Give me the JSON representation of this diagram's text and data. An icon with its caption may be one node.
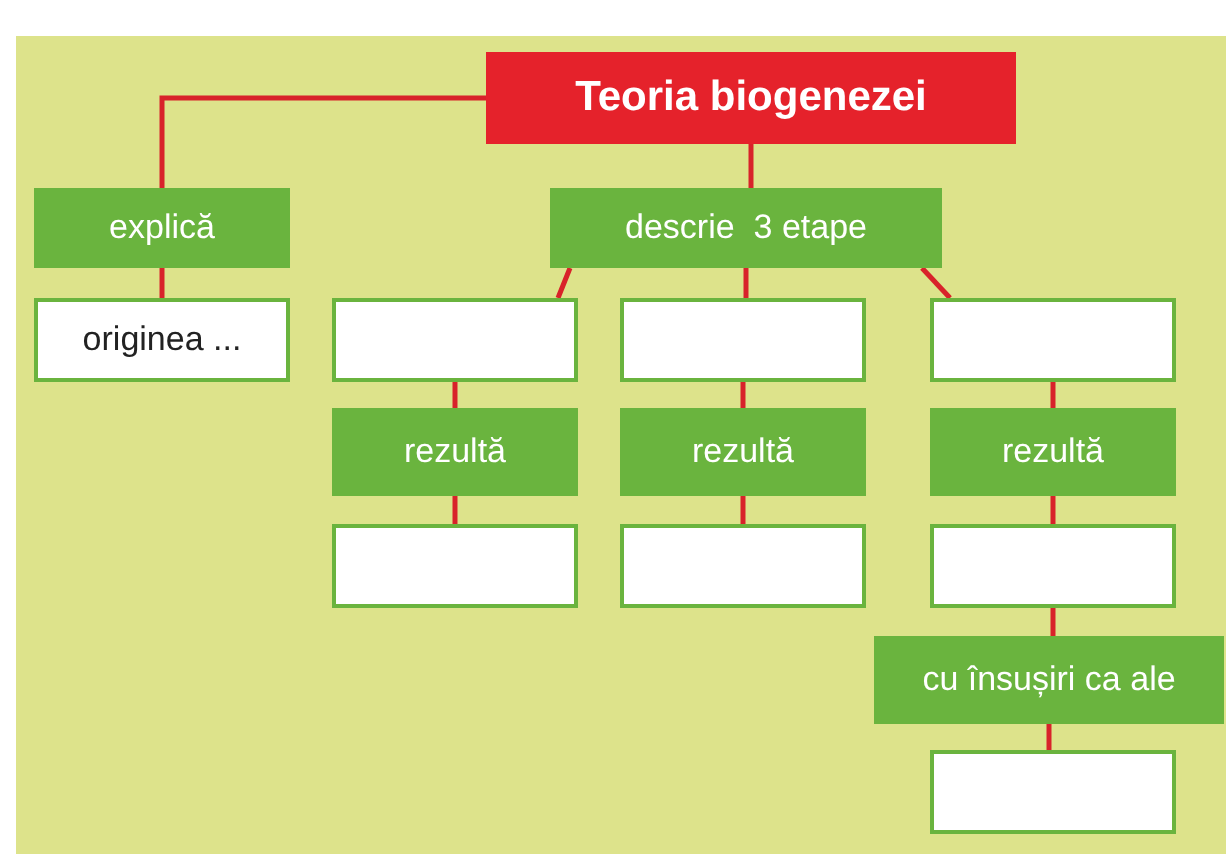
{
  "diagram": {
    "nodes": [
      {
        "text": [
          "Teoria biogenezei"
        ]
      },
      {
        "text": [
          "explică"
        ]
      },
      {
        "text": [
          "originea ..."
        ]
      },
      {
        "text": [
          "descrie  3 etape"
        ]
      },
      {
        "text": [],
        "shape": "box"
      },
      {
        "text": [],
        "shape": "box"
      },
      {
        "text": [],
        "shape": "box"
      },
      {
        "text": [
          "rezultă"
        ]
      },
      {
        "text": [
          "rezultă"
        ]
      },
      {
        "text": [
          "rezultă"
        ]
      },
      {
        "text": [],
        "shape": "box"
      },
      {
        "text": [],
        "shape": "box"
      },
      {
        "text": [],
        "shape": "box"
      },
      {
        "text": [
          "cu însușiri ca ale"
        ]
      },
      {
        "text": [],
        "shape": "box"
      }
    ],
    "edges": [
      {
        "from": 0,
        "to": 1,
        "arrow": "none"
      },
      {
        "from": 0,
        "to": 3,
        "arrow": "none"
      },
      {
        "from": 1,
        "to": 2,
        "arrow": "none"
      },
      {
        "from": 3,
        "to": 4,
        "arrow": "none"
      },
      {
        "from": 3,
        "to": 5,
        "arrow": "none"
      },
      {
        "from": 3,
        "to": 6,
        "arrow": "none"
      },
      {
        "from": 4,
        "to": 7,
        "arrow": "none"
      },
      {
        "from": 5,
        "to": 8,
        "arrow": "none"
      },
      {
        "from": 6,
        "to": 9,
        "arrow": "none"
      },
      {
        "from": 7,
        "to": 10,
        "arrow": "none"
      },
      {
        "from": 8,
        "to": 11,
        "arrow": "none"
      },
      {
        "from": 9,
        "to": 12,
        "arrow": "none"
      },
      {
        "from": 12,
        "to": 13,
        "arrow": "none"
      },
      {
        "from": 13,
        "to": 14,
        "arrow": "none"
      }
    ]
  }
}
